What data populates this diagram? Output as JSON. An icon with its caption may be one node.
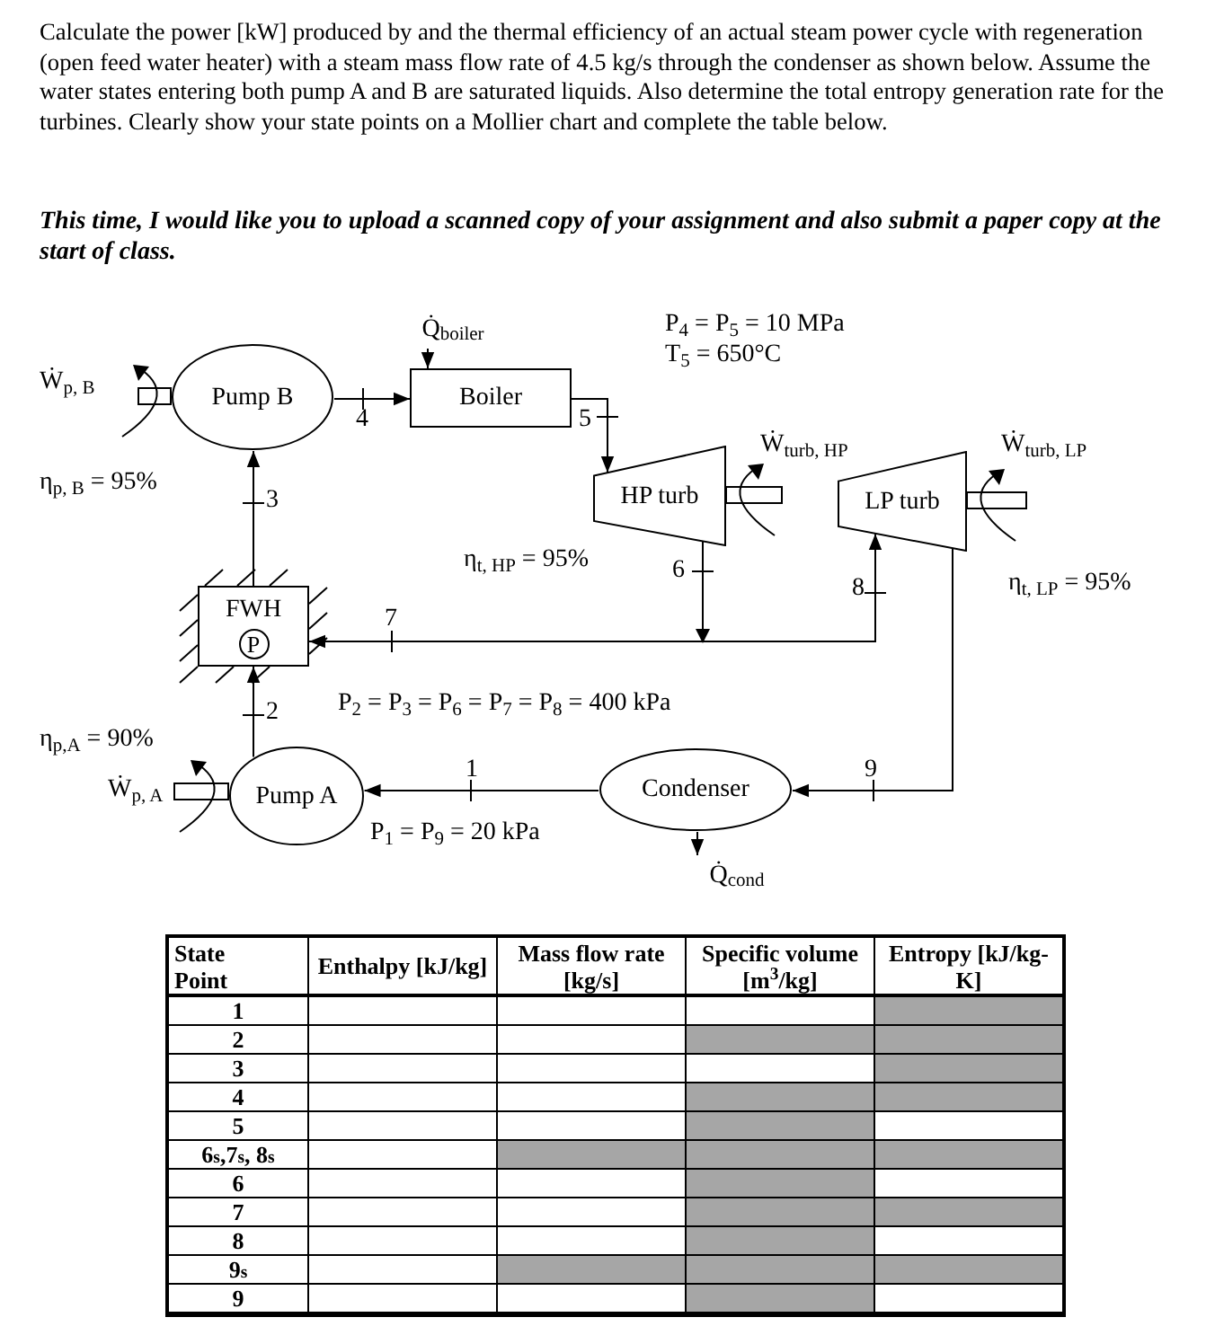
{
  "diagram": {
    "nodes": [
      {
        "text": [
          "Q̇$_{boiler}$"
        ]
      },
      {
        "text": [
          "Pump B"
        ]
      },
      {
        "text": [
          "Boiler"
        ]
      },
      {
        "text": [
          "HP turb"
        ]
      },
      {
        "text": [
          "LP turb"
        ]
      },
      {
        "text": [
          "FWH",
          "P"
        ]
      },
      {
        "text": [
          "Pump A"
        ]
      },
      {
        "text": [
          "Condenser"
        ]
      },
      {
        "text": [
          "Q̇$_{cond}$"
        ]
      }
    ],
    "edges": [
      {
        "from": 0,
        "to": 2,
        "arrow": "to"
      },
      {
        "from": 1,
        "to": 2,
        "arrow": "to",
        "label": "4"
      },
      {
        "from": 2,
        "to": 3,
        "arrow": "to",
        "label": "5"
      },
      {
        "from": 3,
        "to": 5,
        "arrow": "to",
        "label": "7"
      },
      {
        "from": 3,
        "to": 4,
        "arrow": "to",
        "label": "8"
      },
      {
        "from": 4,
        "to": 7,
        "arrow": "to",
        "label": "9"
      },
      {
        "from": 7,
        "to": 6,
        "arrow": "to",
        "label": "1"
      },
      {
        "from": 6,
        "to": 5,
        "arrow": "to",
        "label": "2"
      },
      {
        "from": 5,
        "to": 1,
        "arrow": "to",
        "label": "3"
      },
      {
        "from": 7,
        "to": 8,
        "arrow": "to"
      }
    ],
    "labels": [
      "Calculate the power [kW] produced by and the thermal efficiency of an actual steam power cycle with regeneration (open feed water heater) with a steam mass flow rate of 4.5 kg/s through the condenser as shown below. Assume the water states entering both pump A and B are saturated liquids. Also determine the total entropy generation rate for the turbines. Clearly show your state points on a Mollier chart and complete the table below.",
      "This time, I would like you to upload a scanned copy of your assignment and also submit a paper copy at the start of class.",
      "P$_{4}$ = P$_{5}$ = 10 MPa",
      "T$_{5}$ = 650°C",
      "Ẇ$_{p, B}$",
      "η$_{p, B}$ = 95%",
      "Ẇ$_{turb, HP}$",
      "Ẇ$_{turb, LP}$",
      "6",
      "η$_{t, HP}$ = 95%",
      "η$_{t, LP}$ = 95%",
      "P$_{2}$ = P$_{3}$ = P$_{6}$ = P$_{7}$ = P$_{8}$ = 400 kPa",
      "η$_{p,A}$ = 90%",
      "Ẇ$_{p, A}$",
      "P$_{1}$ = P$_{9}$ = 20 kPa",
      "State Point",
      "Enthalpy [kJ/kg]",
      "Mass flow rate [kg/s]",
      "Specific volume [m$^{3}$/kg]",
      "Entropy [kJ/kg-K]",
      "1",
      "2",
      "3",
      "4",
      "5",
      "6$_{s}$,7$_{s}$, 8$_{s}$",
      "6",
      "7",
      "8",
      "9$_{s}$",
      "9"
    ]
  }
}
